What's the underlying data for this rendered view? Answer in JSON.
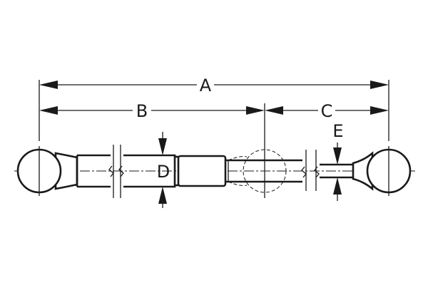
{
  "diagram": {
    "labels": {
      "a": "A",
      "b": "B",
      "c": "C",
      "d": "D",
      "e": "E"
    },
    "colors": {
      "line": "#1a1a1a",
      "background": "#ffffff"
    }
  }
}
